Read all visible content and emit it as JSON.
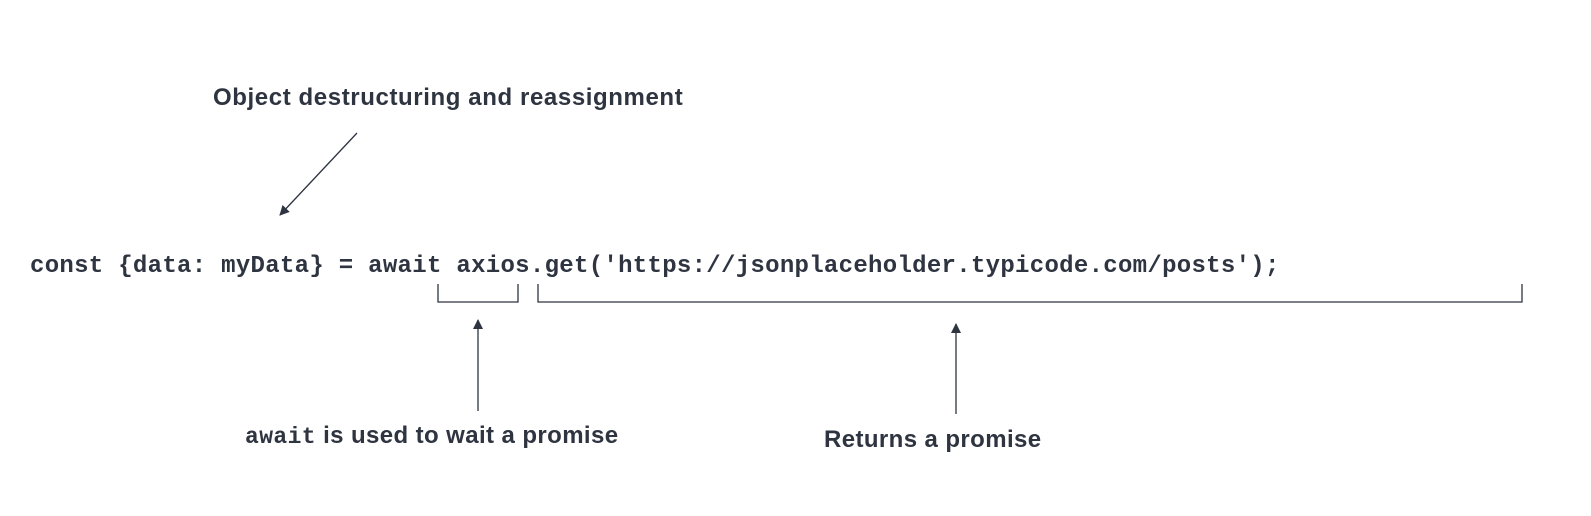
{
  "code_line": "const {data: myData} = await axios.get('https://jsonplaceholder.typicode.com/posts');",
  "annotations": {
    "destructuring": "Object destructuring and reassignment",
    "await_keyword": "await",
    "await_text": " is used to wait a promise",
    "returns": "Returns a promise"
  },
  "colors": {
    "text": "#2e3440",
    "lines": "#2e3440",
    "background": "#ffffff"
  }
}
